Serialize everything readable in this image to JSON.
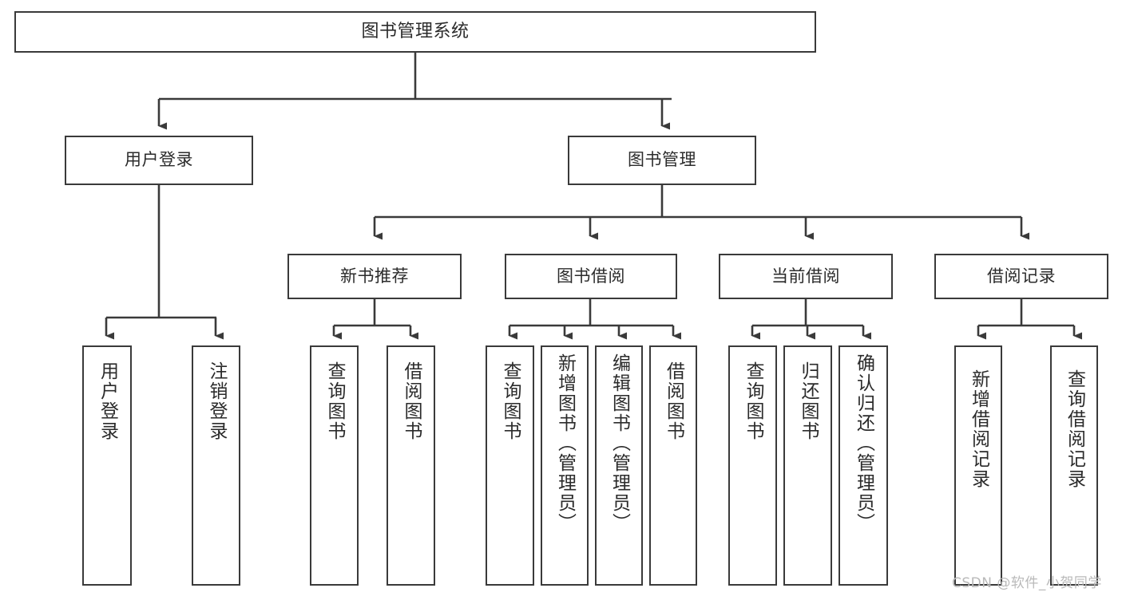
{
  "diagram": {
    "title": "图书管理系统",
    "watermark": "CSDN @软件_小贺同学",
    "line_color": "#3a3a3a",
    "box_fill": "#ffffff",
    "text_color": "#2b2b2b",
    "watermark_color": "#b9b9b9",
    "levels": {
      "root": {
        "label": "图书管理系统"
      },
      "level2": [
        {
          "label": "用户登录"
        },
        {
          "label": "图书管理"
        }
      ],
      "level3": [
        {
          "label": "新书推荐"
        },
        {
          "label": "图书借阅"
        },
        {
          "label": "当前借阅"
        },
        {
          "label": "借阅记录"
        }
      ],
      "leaves": [
        {
          "label": "用户登录"
        },
        {
          "label": "注销登录"
        },
        {
          "label": "查询图书"
        },
        {
          "label": "借阅图书"
        },
        {
          "label": "查询图书"
        },
        {
          "label": "新增图书（管理员）"
        },
        {
          "label": "编辑图书（管理员）"
        },
        {
          "label": "借阅图书"
        },
        {
          "label": "查询图书"
        },
        {
          "label": "归还图书"
        },
        {
          "label": "确认归还（管理员）"
        },
        {
          "label": "新增借阅记录"
        },
        {
          "label": "查询借阅记录"
        }
      ]
    }
  }
}
